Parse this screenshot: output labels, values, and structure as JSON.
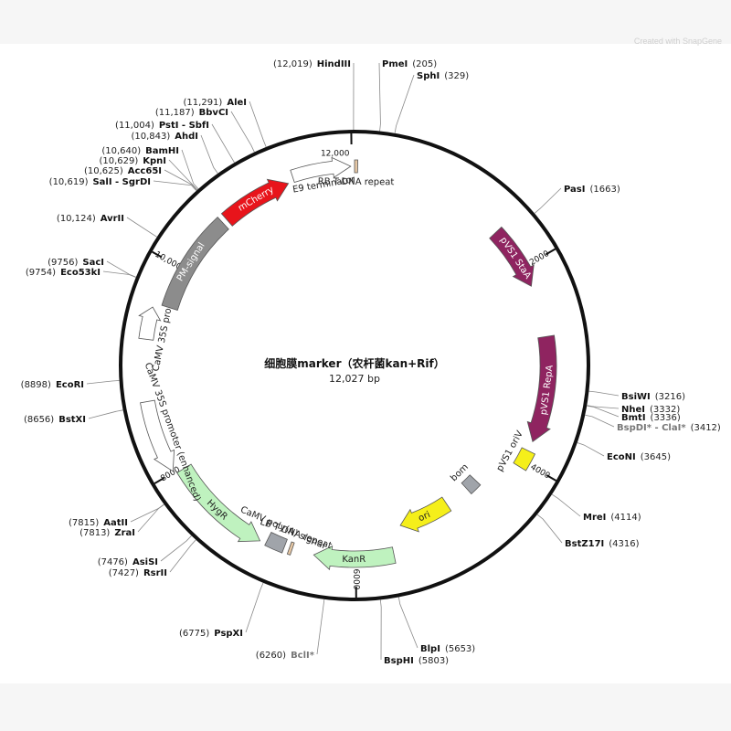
{
  "plasmid": {
    "name": "细胞膜marker（农杆菌kan+Rif）",
    "size": "12,027 bp",
    "length": 12027
  },
  "watermark": {
    "prefix": "Created with",
    "brand": "SnapGene"
  },
  "ruler": [
    "12,000",
    "2000",
    "4000",
    "6000",
    "8000",
    "10,000"
  ],
  "sites": [
    {
      "name": "HindIII",
      "pos": "(12,019)",
      "dim": false
    },
    {
      "name": "PmeI",
      "pos": "(205)",
      "dim": false
    },
    {
      "name": "SphI",
      "pos": "(329)",
      "dim": false
    },
    {
      "name": "PasI",
      "pos": "(1663)",
      "dim": false
    },
    {
      "name": "BsiWI",
      "pos": "(3216)",
      "dim": false
    },
    {
      "name": "NheI",
      "pos": "(3332)",
      "dim": false
    },
    {
      "name": "BmtI",
      "pos": "(3336)",
      "dim": false
    },
    {
      "name": "BspDI* - ClaI*",
      "pos": "(3412)",
      "dim": true
    },
    {
      "name": "EcoNI",
      "pos": "(3645)",
      "dim": false
    },
    {
      "name": "MreI",
      "pos": "(4114)",
      "dim": false
    },
    {
      "name": "BstZ17I",
      "pos": "(4316)",
      "dim": false
    },
    {
      "name": "BlpI",
      "pos": "(5653)",
      "dim": false
    },
    {
      "name": "BspHI",
      "pos": "(5803)",
      "dim": false
    },
    {
      "name": "BclI*",
      "pos": "(6260)",
      "dim": true
    },
    {
      "name": "PspXI",
      "pos": "(6775)",
      "dim": false
    },
    {
      "name": "RsrII",
      "pos": "(7427)",
      "dim": false
    },
    {
      "name": "AsiSI",
      "pos": "(7476)",
      "dim": false
    },
    {
      "name": "ZraI",
      "pos": "(7813)",
      "dim": false
    },
    {
      "name": "AatII",
      "pos": "(7815)",
      "dim": false
    },
    {
      "name": "BstXI",
      "pos": "(8656)",
      "dim": false
    },
    {
      "name": "EcoRI",
      "pos": "(8898)",
      "dim": false
    },
    {
      "name": "Eco53kI",
      "pos": "(9754)",
      "dim": false
    },
    {
      "name": "SacI",
      "pos": "(9756)",
      "dim": false
    },
    {
      "name": "AvrII",
      "pos": "(10,124)",
      "dim": false
    },
    {
      "name": "SalI - SgrDI",
      "pos": "(10,619)",
      "dim": false
    },
    {
      "name": "Acc65I",
      "pos": "(10,625)",
      "dim": false
    },
    {
      "name": "KpnI",
      "pos": "(10,629)",
      "dim": false
    },
    {
      "name": "BamHI",
      "pos": "(10,640)",
      "dim": false
    },
    {
      "name": "AhdI",
      "pos": "(10,843)",
      "dim": false
    },
    {
      "name": "PstI - SbfI",
      "pos": "(11,004)",
      "dim": false
    },
    {
      "name": "BbvCI",
      "pos": "(11,187)",
      "dim": false
    },
    {
      "name": "AleI",
      "pos": "(11,291)",
      "dim": false
    }
  ],
  "features": [
    {
      "name": "mCherry",
      "color": "#e8141b",
      "text_color": "#ffffff",
      "start": 10650,
      "end": 11360,
      "dir": 1
    },
    {
      "name": "E9 terminator",
      "color": "#ffffff",
      "text_color": "#222222",
      "start": 11420,
      "end": 11990,
      "dir": 1
    },
    {
      "name": "RB T-DNA repeat",
      "color": "#e6c7a4",
      "text_color": "#222222",
      "start": 0,
      "end": 30,
      "dir": 0
    },
    {
      "name": "pVS1 StaA",
      "color": "#8f2460",
      "text_color": "#ffffff",
      "start": 1560,
      "end": 2200,
      "dir": 1
    },
    {
      "name": "pVS1 RepA",
      "color": "#8f2460",
      "text_color": "#ffffff",
      "start": 2720,
      "end": 3780,
      "dir": 1
    },
    {
      "name": "pVS1 oriV",
      "color": "#f5ef1a",
      "text_color": "#222222",
      "start": 3880,
      "end": 4060,
      "dir": 0
    },
    {
      "name": "bom",
      "color": "#a0a4aa",
      "text_color": "#222222",
      "start": 4460,
      "end": 4600,
      "dir": 0
    },
    {
      "name": "ori",
      "color": "#f5ef1a",
      "text_color": "#222222",
      "start": 4890,
      "end": 5480,
      "dir": 1
    },
    {
      "name": "KanR",
      "color": "#bff2bf",
      "text_color": "#222222",
      "start": 5620,
      "end": 6420,
      "dir": 1
    },
    {
      "name": "LB T-DNA repeat",
      "color": "#e6c7a4",
      "text_color": "#222222",
      "start": 6640,
      "end": 6670,
      "dir": 0
    },
    {
      "name": "CaMV poly(A) signal",
      "color": "#a0a4aa",
      "text_color": "#222222",
      "start": 6720,
      "end": 6900,
      "dir": 0
    },
    {
      "name": "HygR",
      "color": "#bff2bf",
      "text_color": "#222222",
      "start": 6960,
      "end": 7980,
      "dir": -1
    },
    {
      "name": "CaMV 35S promoter (enhanced)",
      "color": "#ffffff",
      "text_color": "#222222",
      "start": 8010,
      "end": 8690,
      "dir": -1
    },
    {
      "name": "CaMV 35S promoter",
      "color": "#ffffff",
      "text_color": "#222222",
      "start": 9260,
      "end": 9560,
      "dir": 1
    },
    {
      "name": "PM-signal",
      "color": "#8c8c8c",
      "text_color": "#ffffff",
      "start": 9600,
      "end": 10600,
      "dir": 0
    }
  ]
}
